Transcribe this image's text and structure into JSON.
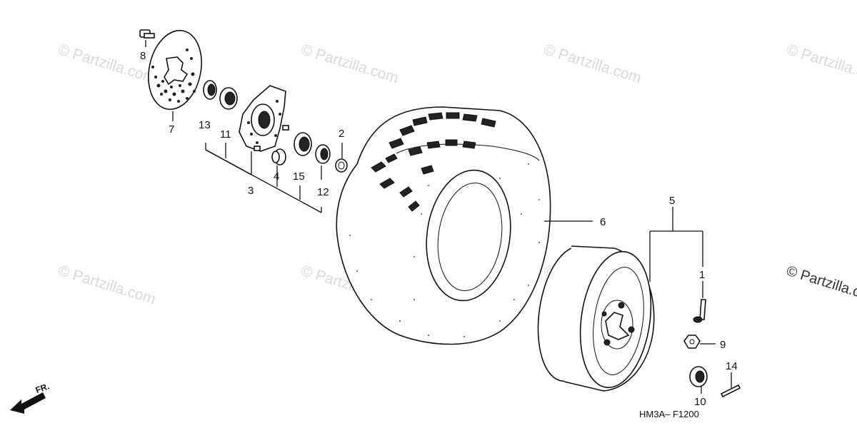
{
  "watermark": "© Partzilla.com",
  "diagram_code": "HM3A– F1200",
  "front_label": "FR.",
  "callouts": {
    "c1": "1",
    "c2": "2",
    "c3": "3",
    "c4": "4",
    "c5": "5",
    "c6": "6",
    "c7": "7",
    "c8": "8",
    "c9": "9",
    "c10": "10",
    "c11": "11",
    "c12": "12",
    "c13": "13",
    "c14": "14",
    "c15": "15"
  }
}
